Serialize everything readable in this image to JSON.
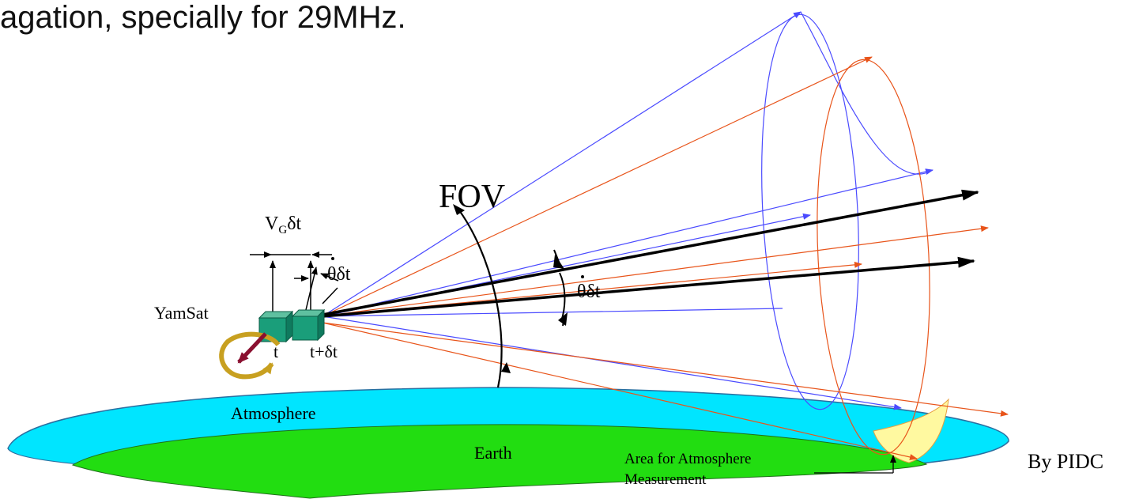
{
  "heading": "agation, specially for 29MHz.",
  "labels": {
    "fov": "FOV",
    "yamsat": "YamSat",
    "velocity_base": "V",
    "velocity_sub": "G",
    "velocity_tail": "δt",
    "theta_dot_dt": "θδt",
    "t": "t",
    "t_plus_dt": "t+δt",
    "atmosphere": "Atmosphere",
    "earth": "Earth",
    "area_line1": "Area for Atmosphere",
    "area_line2": "Measurement",
    "credit": "By PIDC"
  },
  "colors": {
    "atmosphere": "#00e5ff",
    "earth": "#22dd11",
    "satellite": "#1a9e7a",
    "blue_rays": "#4a4aff",
    "orange_rays": "#e8541a",
    "black_rays": "#000000",
    "rotation_arrow": "#c8a020",
    "velocity_arrow": "#8a1030",
    "measurement_area": "#fff9a0"
  }
}
